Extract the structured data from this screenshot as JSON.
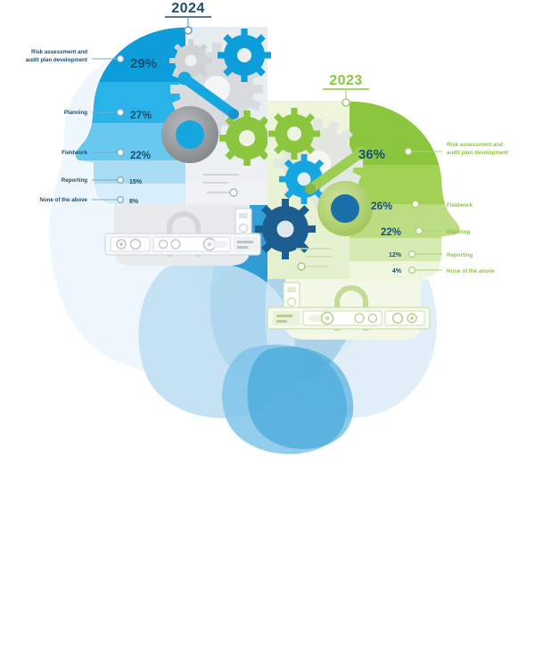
{
  "chart_data": {
    "type": "bar",
    "title": "",
    "subtitle": "",
    "xlabel": "",
    "ylabel": "",
    "orientation": "stacked-profile-bands",
    "grid": false,
    "legend_position": "inline-callouts",
    "categories": [
      "Risk assessment and audit plan development",
      "Planning",
      "Fieldwork",
      "Reporting",
      "None of the above"
    ],
    "series": [
      {
        "name": "2024",
        "color": "#0d9ddb",
        "categories": [
          "Risk assessment and audit plan development",
          "Planning",
          "Fieldwork",
          "Reporting",
          "None of the above"
        ],
        "values": [
          29,
          27,
          22,
          15,
          8
        ],
        "value_labels": [
          "29%",
          "27%",
          "22%",
          "15%",
          "8%"
        ]
      },
      {
        "name": "2023",
        "color": "#8cc63e",
        "categories": [
          "Risk assessment and audit plan development",
          "Fieldwork",
          "Planning",
          "Reporting",
          "None of the above"
        ],
        "values": [
          36,
          26,
          22,
          12,
          4
        ],
        "value_labels": [
          "36%",
          "26%",
          "22%",
          "12%",
          "4%"
        ]
      }
    ],
    "ylim": [
      0,
      40
    ]
  },
  "left_panel": {
    "year": "2024",
    "year_color": "#1b4f72",
    "accent": "#0d9ddb",
    "band_colors": [
      "#0d9ddb",
      "#2ab3e8",
      "#68c8ef",
      "#a9ddf5",
      "#d8eefb"
    ],
    "rows": [
      {
        "label": "Risk assessment and\naudit plan development",
        "label_line1": "Risk assessment and",
        "label_line2": "audit plan development",
        "value": "29%"
      },
      {
        "label": "Planning",
        "label_line1": "Planning",
        "label_line2": "",
        "value": "27%"
      },
      {
        "label": "Fieldwork",
        "label_line1": "Fieldwork",
        "label_line2": "",
        "value": "22%"
      },
      {
        "label": "Reporting",
        "label_line1": "Reporting",
        "label_line2": "",
        "value": "15%"
      },
      {
        "label": "None of the above",
        "label_line1": "None of the above",
        "label_line2": "",
        "value": "8%"
      }
    ]
  },
  "right_panel": {
    "year": "2023",
    "year_color": "#8cc63e",
    "accent": "#8cc63e",
    "band_colors": [
      "#8cc63e",
      "#a3d155",
      "#bcdd83",
      "#d6eab3",
      "#eef6dd"
    ],
    "rows": [
      {
        "label": "Risk assessment and\naudit plan development",
        "label_line1": "Risk assessment and",
        "label_line2": "audit plan development",
        "value": "36%"
      },
      {
        "label": "Fieldwork",
        "label_line1": "Fieldwork",
        "label_line2": "",
        "value": "26%"
      },
      {
        "label": "Planning",
        "label_line1": "Planning",
        "label_line2": "",
        "value": "22%"
      },
      {
        "label": "Reporting",
        "label_line1": "Reporting",
        "label_line2": "",
        "value": "12%"
      },
      {
        "label": "None of the above",
        "label_line1": "None of the above",
        "label_line2": "",
        "value": "4%"
      }
    ]
  },
  "icons": {
    "gear": "gear-icon",
    "head_profile": "head-profile-icon",
    "server": "server-icon",
    "callout_dot": "callout-dot-icon"
  }
}
